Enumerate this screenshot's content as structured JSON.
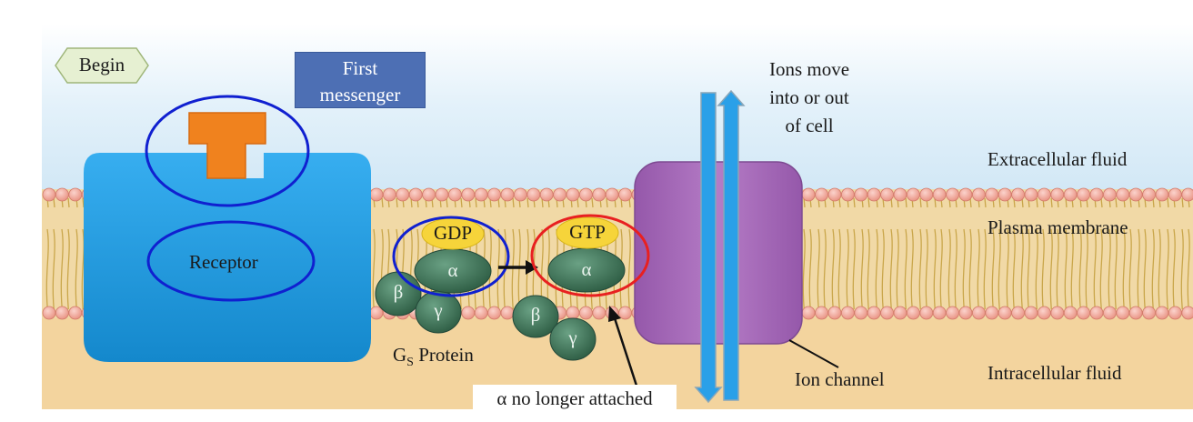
{
  "begin_button": {
    "label": "Begin"
  },
  "first_messenger": {
    "line1": "First",
    "line2": "messenger"
  },
  "receptor": {
    "label": "Receptor"
  },
  "g_protein": {
    "gdp": "GDP",
    "gtp": "GTP",
    "alpha": "α",
    "beta": "β",
    "gamma": "γ",
    "label_main": "G",
    "label_sub": "S",
    "label_rest": " Protein"
  },
  "ions": {
    "line1": "Ions move",
    "line2": "into or out",
    "line3": "of cell"
  },
  "regions": {
    "extracellular": "Extracellular fluid",
    "membrane": "Plasma membrane",
    "intracellular": "Intracellular fluid"
  },
  "ion_channel": {
    "label": "Ion channel"
  },
  "note": {
    "text": "α no longer attached"
  },
  "colors": {
    "receptor": "#1d9be0",
    "messenger": "#f0821e",
    "g_protein": "#3f7a5a",
    "gdp_gtp": "#f6d43a",
    "channel": "#a066b4",
    "highlight_blue": "#1020d0",
    "highlight_red": "#e82020",
    "arrow_blue": "#2aa0e8"
  }
}
